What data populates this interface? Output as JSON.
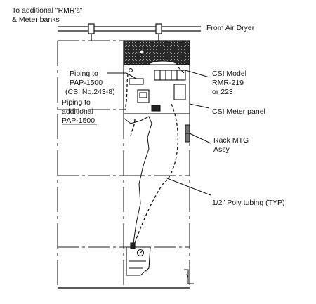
{
  "labels": {
    "top_left_1": "To additional \"RMR's\"",
    "top_left_2": "& Meter banks",
    "from_air_dryer": "From Air Dryer",
    "piping_pap_1": "Piping to",
    "piping_pap_2": "PAP-1500",
    "piping_pap_3": "(CSI No.243-8)",
    "piping_additional_1": "Piping to",
    "piping_additional_2": "additional",
    "piping_additional_3": "PAP-1500",
    "csi_model_1": "CSI Model",
    "csi_model_2": "RMR-219",
    "csi_model_3": "or 223",
    "csi_meter_panel": "CSI Meter panel",
    "rack_mtg_1": "Rack MTG",
    "rack_mtg_2": "Assy",
    "poly_tubing": "1/2\" Poly tubing (TYP)"
  }
}
